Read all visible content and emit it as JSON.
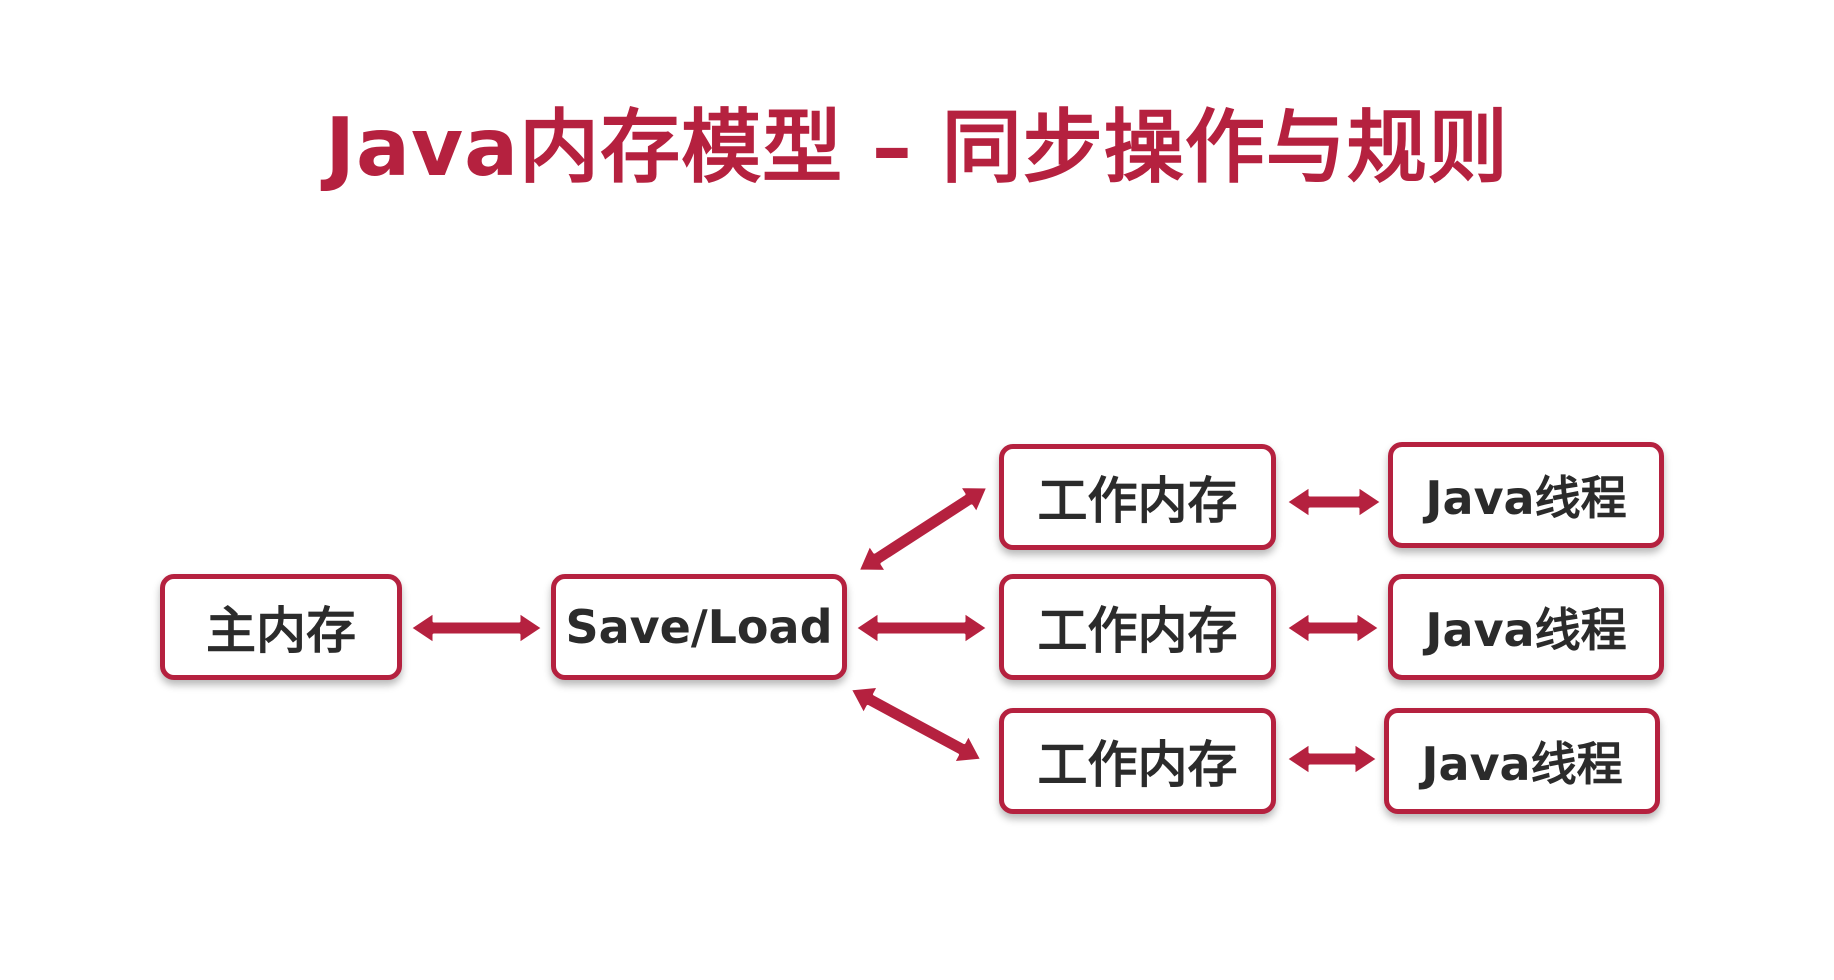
{
  "slide": {
    "title": "Java内存模型 – 同步操作与规则",
    "accent_color": "#b5213f"
  },
  "diagram": {
    "main_memory": "主内存",
    "save_load": "Save/Load",
    "working_memory": [
      "工作内存",
      "工作内存",
      "工作内存"
    ],
    "java_threads": [
      "Java线程",
      "Java线程",
      "Java线程"
    ],
    "connections": [
      {
        "from": "主内存",
        "to": "Save/Load",
        "direction": "bidirectional"
      },
      {
        "from": "Save/Load",
        "to": "工作内存",
        "direction": "bidirectional"
      },
      {
        "from": "Save/Load",
        "to": "工作内存",
        "direction": "bidirectional"
      },
      {
        "from": "Save/Load",
        "to": "工作内存",
        "direction": "bidirectional"
      },
      {
        "from": "工作内存",
        "to": "Java线程",
        "direction": "bidirectional"
      },
      {
        "from": "工作内存",
        "to": "Java线程",
        "direction": "bidirectional"
      },
      {
        "from": "工作内存",
        "to": "Java线程",
        "direction": "bidirectional"
      }
    ]
  }
}
